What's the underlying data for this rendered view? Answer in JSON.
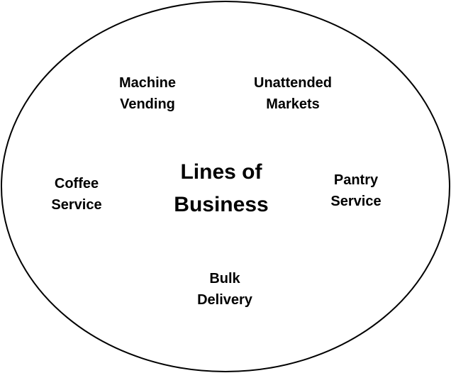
{
  "center": {
    "line1": "Lines of",
    "line2": "Business"
  },
  "items": [
    {
      "line1": "Machine",
      "line2": "Vending"
    },
    {
      "line1": "Unattended",
      "line2": "Markets"
    },
    {
      "line1": "Coffee",
      "line2": "Service"
    },
    {
      "line1": "Pantry",
      "line2": "Service"
    },
    {
      "line1": "Bulk",
      "line2": "Delivery"
    }
  ]
}
